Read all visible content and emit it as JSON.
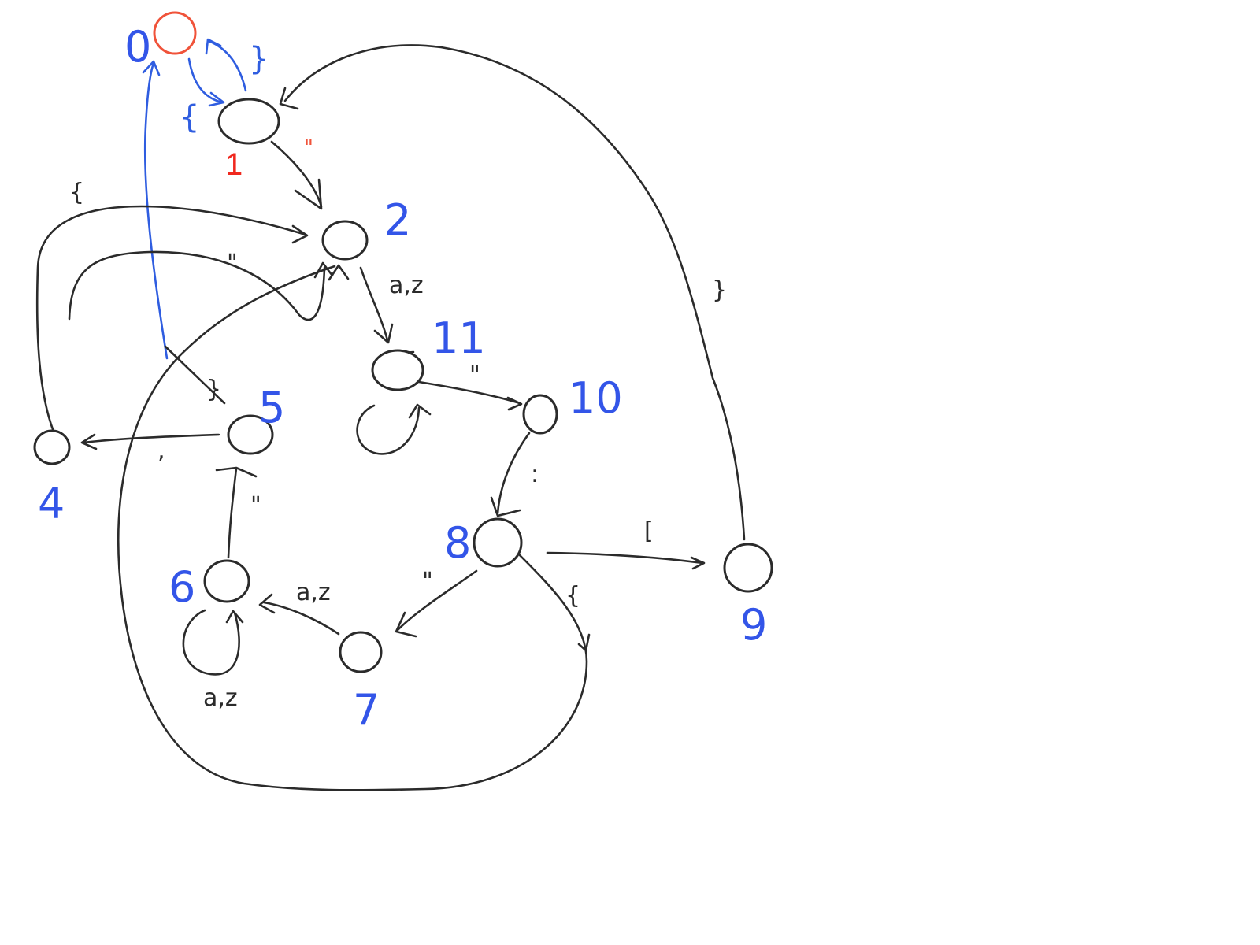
{
  "diagram": {
    "states": {
      "s0": "0",
      "s1": "1",
      "s2": "2",
      "s4": "4",
      "s5": "5",
      "s6": "6",
      "s7": "7",
      "s8": "8",
      "s9": "9",
      "s10": "10",
      "s11": "11"
    },
    "edge_labels": {
      "s0_to_s1": "{",
      "s1_to_s0": "}",
      "s1_to_s2": "\"",
      "s4_to_s2": "{",
      "s5_to_s2": "\"",
      "s2_to_s11": "a,z",
      "s11_to_s10": "\"",
      "s10_to_s8": ":",
      "s8_to_s9": "[",
      "s8_to_s7": "\"",
      "s8_to_s2": "{",
      "s7_to_s6": "a,z",
      "s6_loop": "a,z",
      "s6_to_s5": "\"",
      "s5_to_s4": ",",
      "s5_to_s0": "}",
      "s9_to_s1": "}"
    }
  }
}
